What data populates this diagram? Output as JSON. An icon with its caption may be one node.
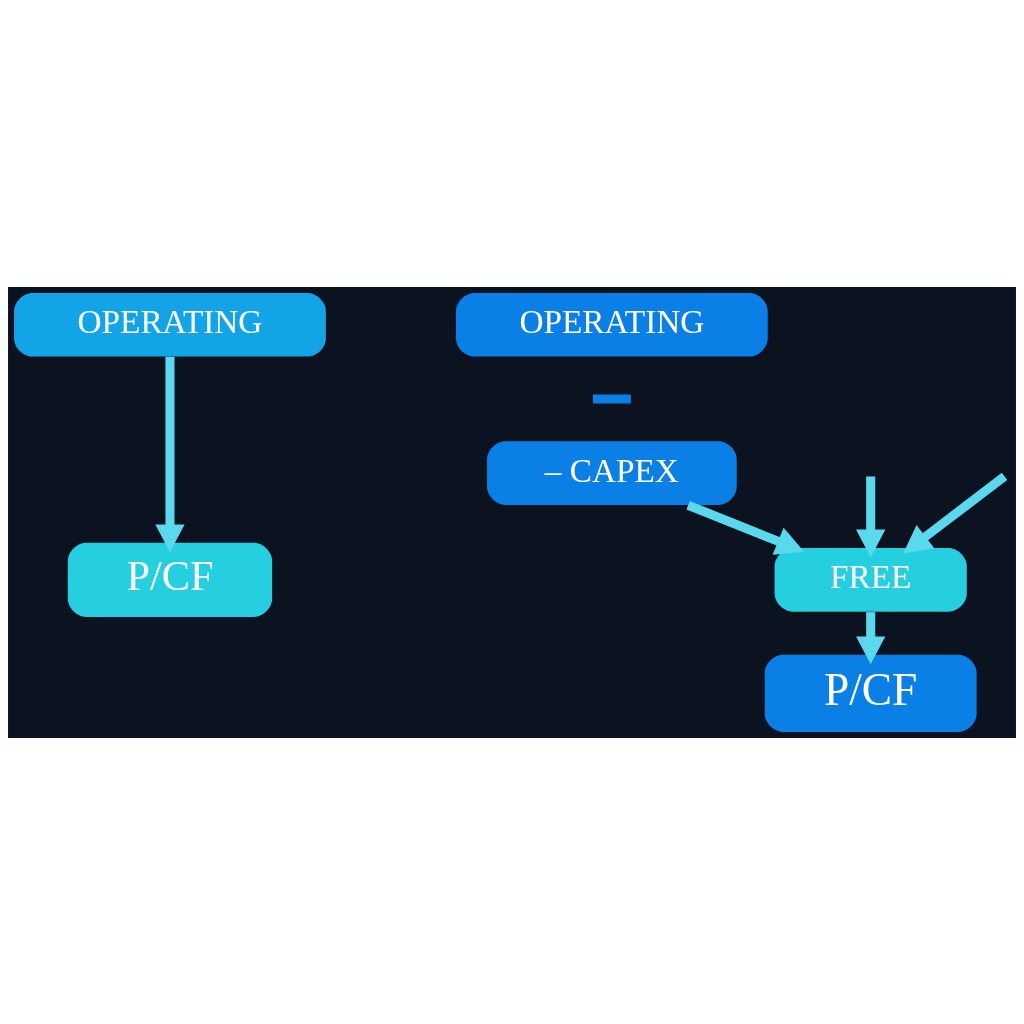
{
  "diagram": {
    "nodes": [
      {
        "text": [
          "OPERATING"
        ]
      },
      {
        "text": [
          "P/CF"
        ]
      },
      {
        "text": [
          "OPERATING"
        ]
      },
      {
        "text": [],
        "shape": "bar"
      },
      {
        "text": [
          "– CAPEX"
        ]
      },
      {
        "text": [
          "FREE"
        ]
      },
      {
        "text": [
          "P/CF"
        ]
      }
    ],
    "edges": [
      {
        "from": 0,
        "to": 1,
        "arrow": "to"
      },
      {
        "from": null,
        "to": 5,
        "arrow": "to"
      },
      {
        "from": 4,
        "to": 5,
        "arrow": "to"
      },
      {
        "from": null,
        "to": 5,
        "arrow": "to"
      },
      {
        "from": 5,
        "to": 6,
        "arrow": "to"
      }
    ]
  }
}
